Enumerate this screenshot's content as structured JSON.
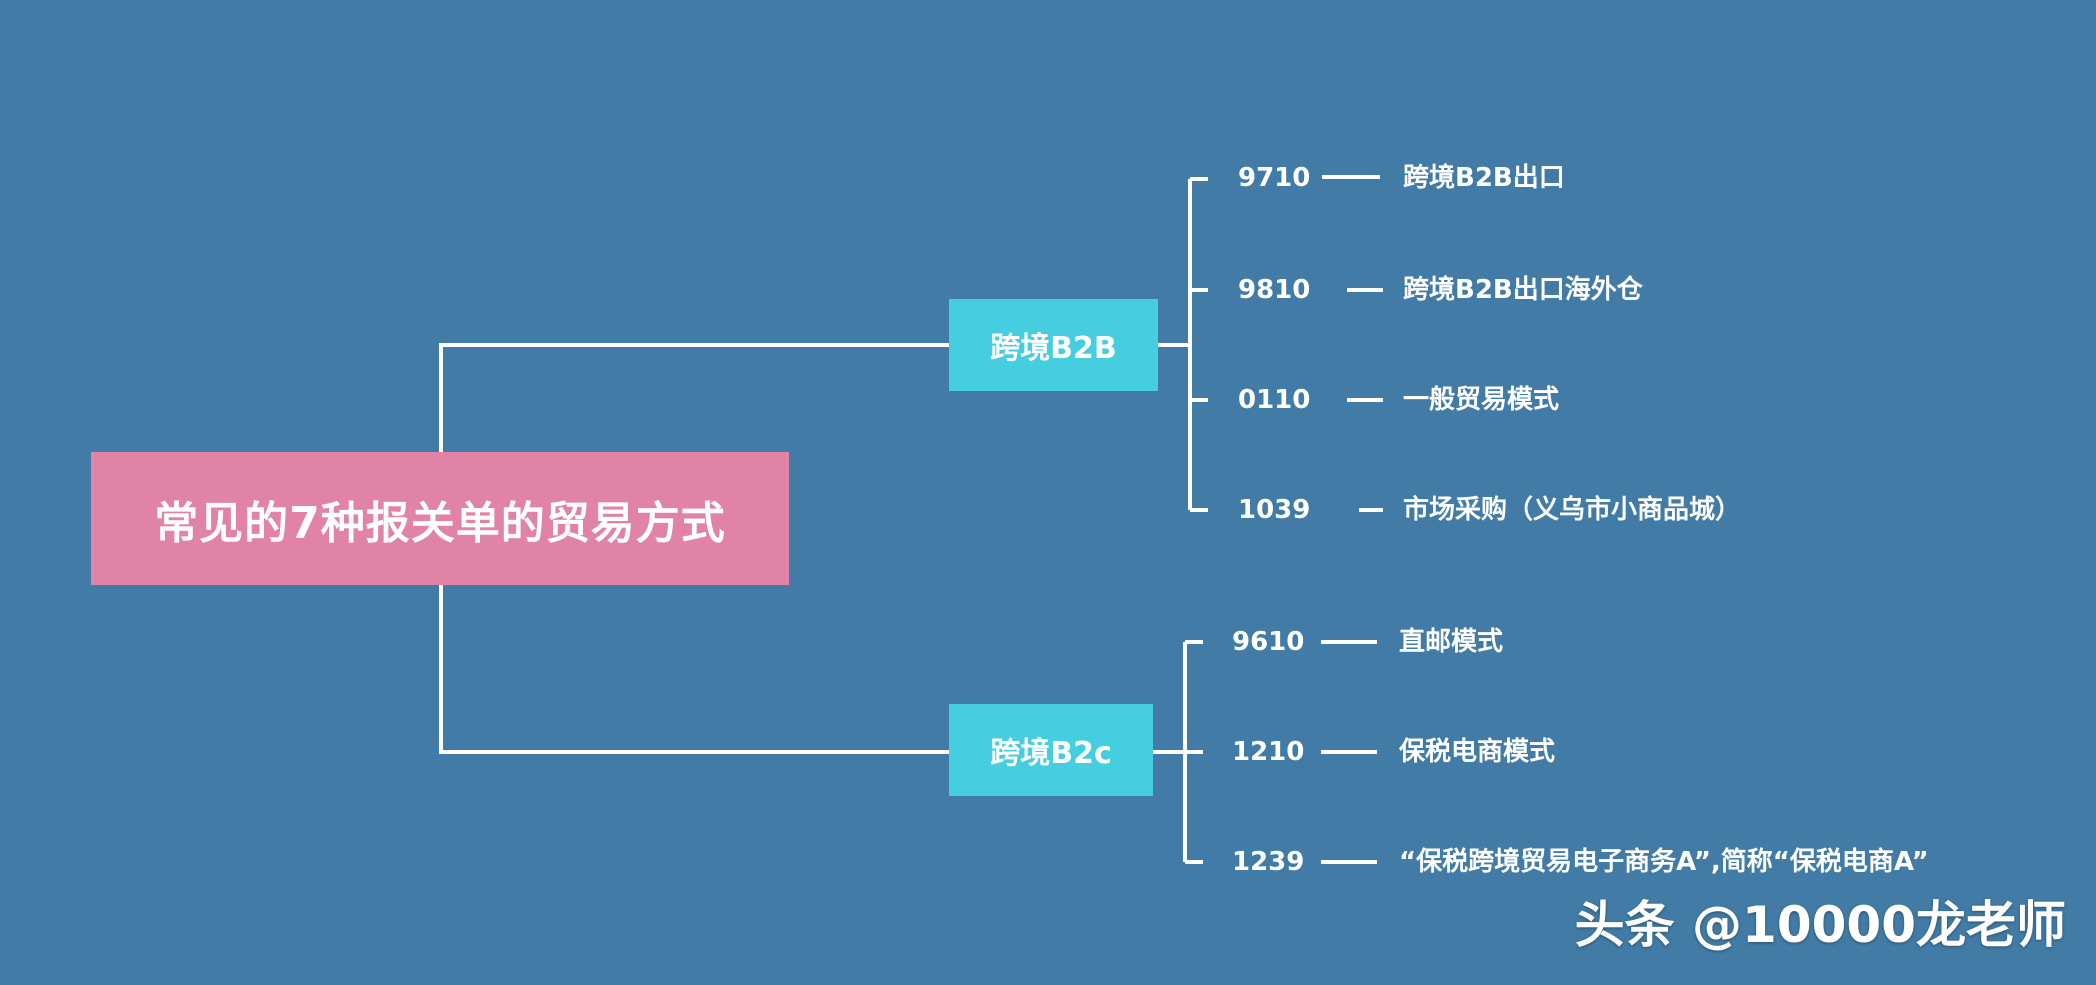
{
  "root": {
    "label": "常见的7种报关单的贸易方式"
  },
  "branches": [
    {
      "label": "跨境B2B",
      "items": [
        {
          "code": "9710",
          "desc": "跨境B2B出口"
        },
        {
          "code": "9810",
          "desc": "跨境B2B出口海外仓"
        },
        {
          "code": "0110",
          "desc": "一般贸易模式"
        },
        {
          "code": "1039",
          "desc": "市场采购（义乌市小商品城）"
        }
      ]
    },
    {
      "label": "跨境B2c",
      "items": [
        {
          "code": "9610",
          "desc": "直邮模式"
        },
        {
          "code": "1210",
          "desc": "保税电商模式"
        },
        {
          "code": "1239",
          "desc": "“保税跨境贸易电子商务A”,简称“保税电商A”"
        }
      ]
    }
  ],
  "watermark": "头条 @10000龙老师",
  "colors": {
    "background": "#427ca6",
    "root_fill": "#e083a6",
    "branch_fill": "#45cde0",
    "connector": "#ffffff"
  }
}
